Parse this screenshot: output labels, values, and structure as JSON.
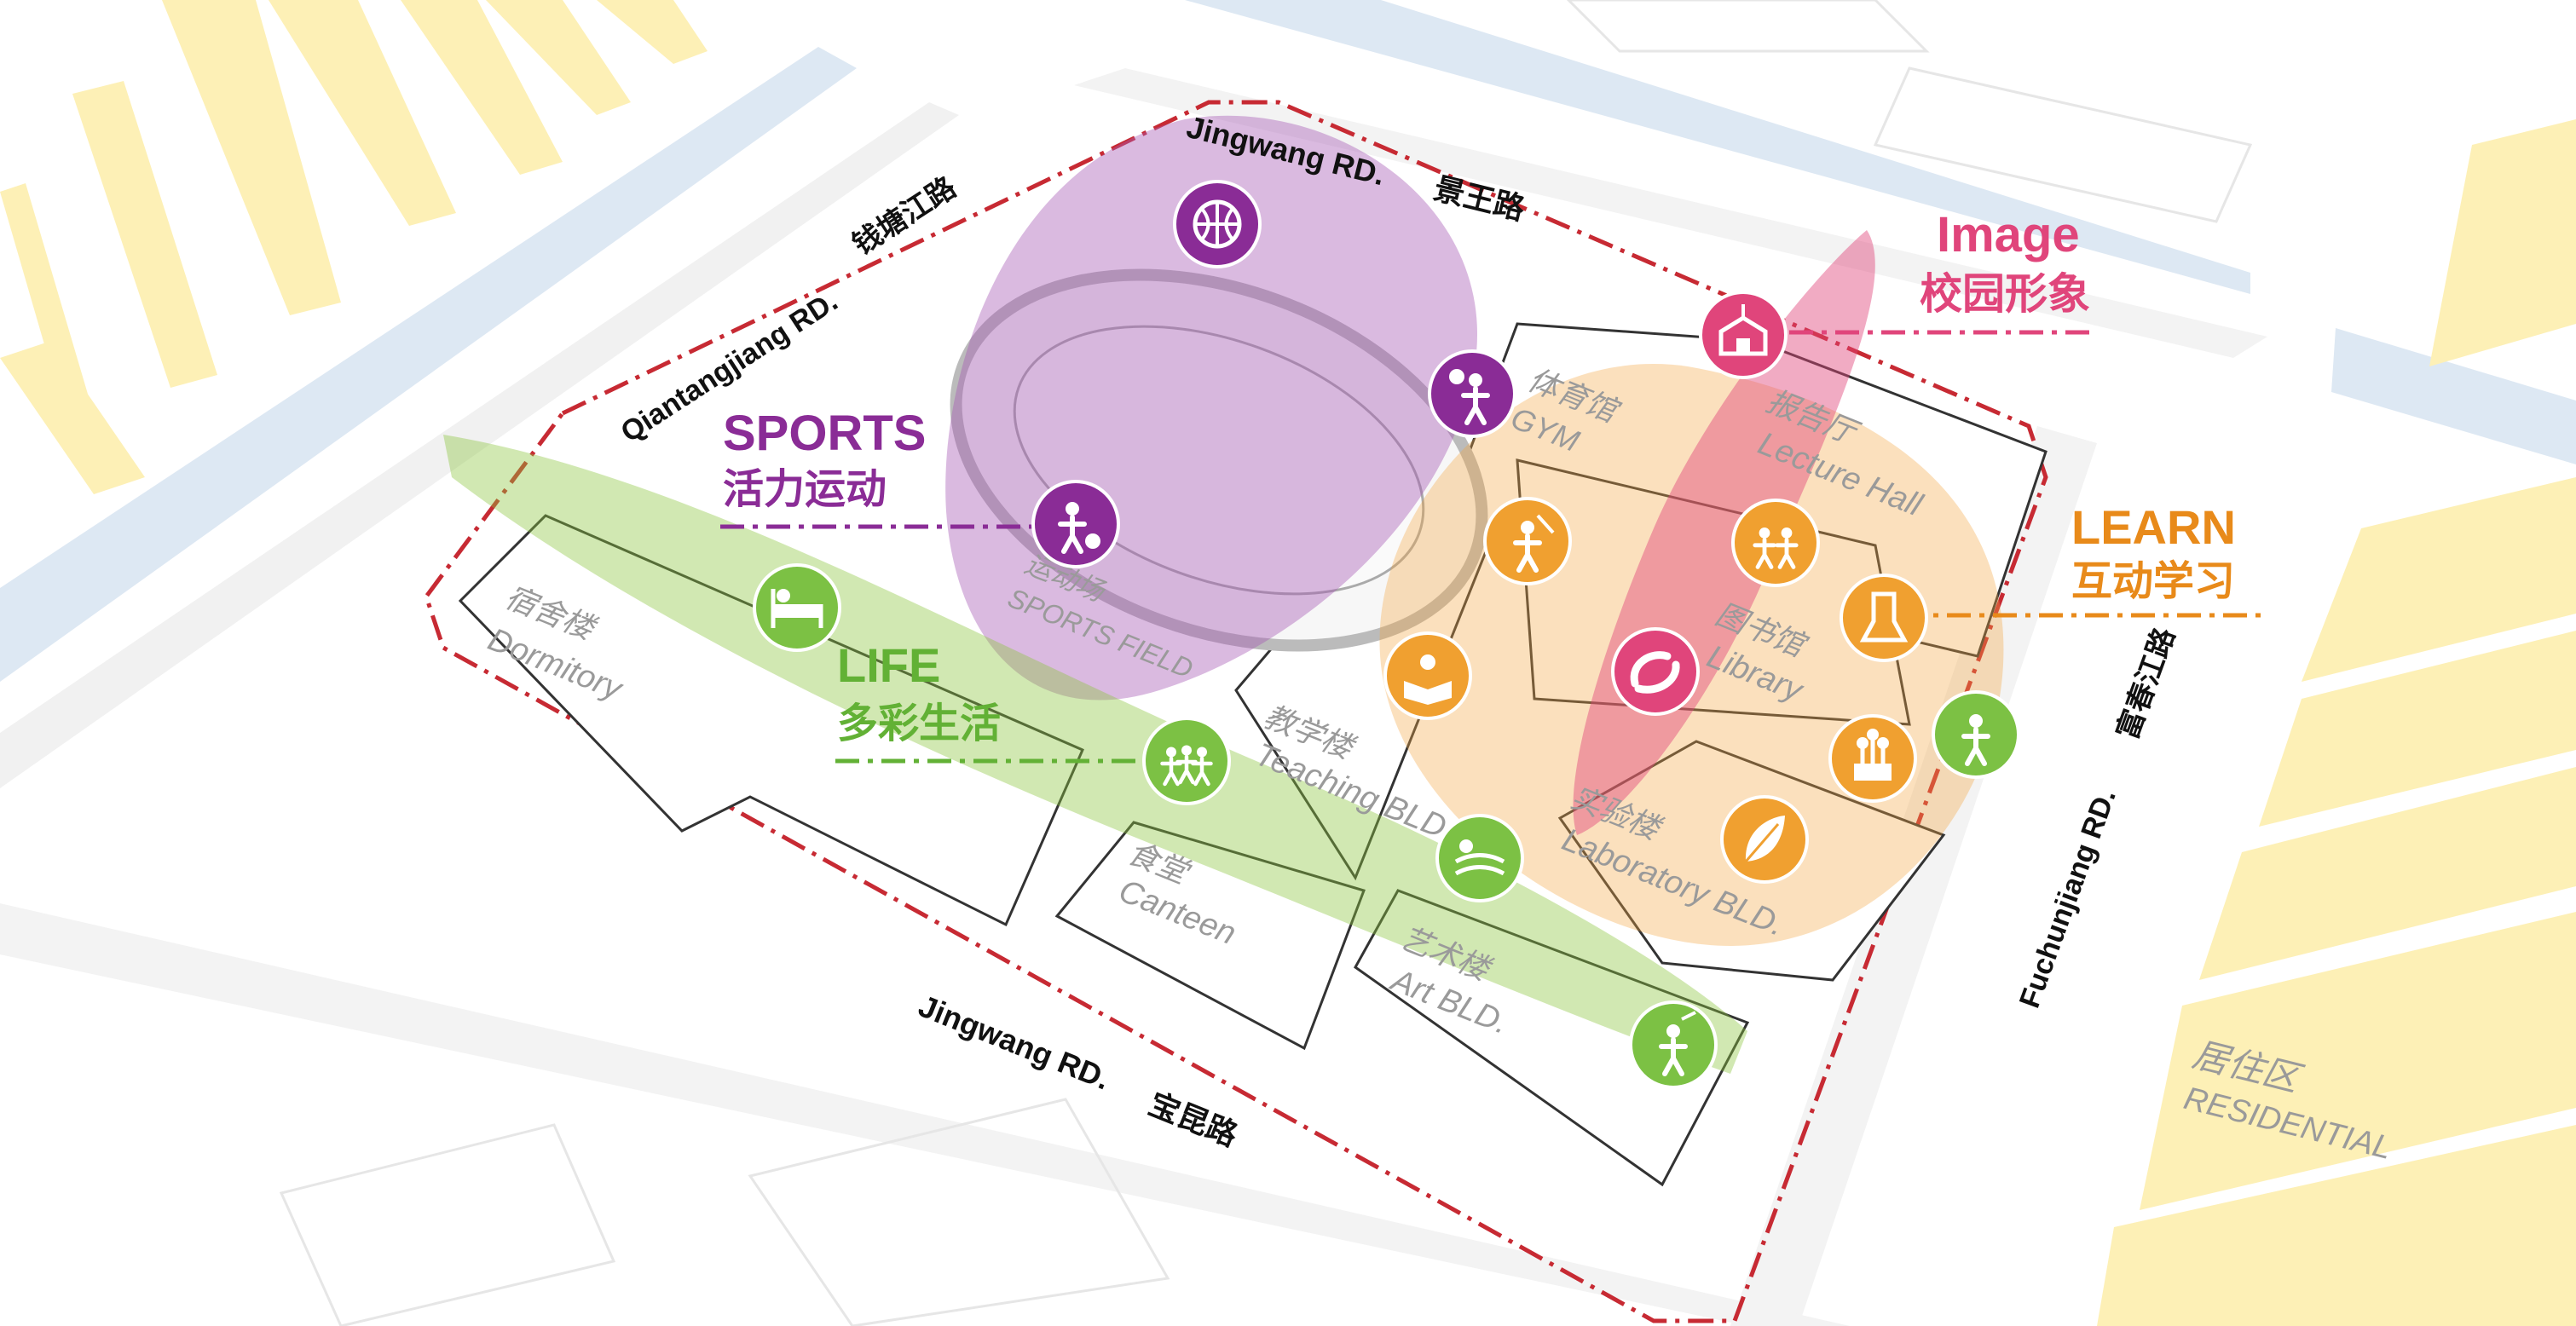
{
  "roads": {
    "north": {
      "en": "Jingwang RD.",
      "cn": "景王路"
    },
    "west": {
      "en": "Qiantangjiang RD.",
      "cn": "钱塘江路"
    },
    "east": {
      "en": "Fuchunjiang RD.",
      "cn": "富春江路"
    },
    "south": {
      "en": "Jingwang RD.",
      "cn": "宝昆路"
    }
  },
  "themes": {
    "image": {
      "en": "Image",
      "cn": "校园形象",
      "color": "#e0457b"
    },
    "sports": {
      "en": "SPORTS",
      "cn": "活力运动",
      "color": "#8a2c96"
    },
    "learn": {
      "en": "LEARN",
      "cn": "互动学习",
      "color": "#e88a1a"
    },
    "life": {
      "en": "LIFE",
      "cn": "多彩生活",
      "color": "#62b135"
    }
  },
  "buildings": {
    "gym": {
      "cn": "体育馆",
      "en": "GYM"
    },
    "lecture": {
      "cn": "报告厅",
      "en": "Lecture Hall"
    },
    "library": {
      "cn": "图书馆",
      "en": "Library"
    },
    "teaching": {
      "cn": "教学楼",
      "en": "Teaching BLD."
    },
    "laboratory": {
      "cn": "实验楼",
      "en": "Laboratory BLD."
    },
    "dormitory": {
      "cn": "宿舍楼",
      "en": "Dormitory"
    },
    "canteen": {
      "cn": "食堂",
      "en": "Canteen"
    },
    "art": {
      "cn": "艺术楼",
      "en": "Art BLD."
    },
    "field": {
      "cn": "运动场",
      "en": "SPORTS FIELD"
    },
    "residential": {
      "cn": "居住区",
      "en": "RESIDENTIAL"
    }
  },
  "icons": {
    "basketball": "basketball-icon",
    "volleyball": "volleyball-icon",
    "soccer": "soccer-player-icon",
    "school": "school-building-icon",
    "music": "music-icon",
    "reading": "reading-icon",
    "science": "science-icon",
    "plant": "plant-icon",
    "teamwork": "teamwork-icon",
    "talk": "discussion-icon",
    "bed": "dormitory-bed-icon",
    "family": "family-icon",
    "swim": "swimmer-icon",
    "walk": "walking-person-icon",
    "dance": "dancer-icon"
  }
}
